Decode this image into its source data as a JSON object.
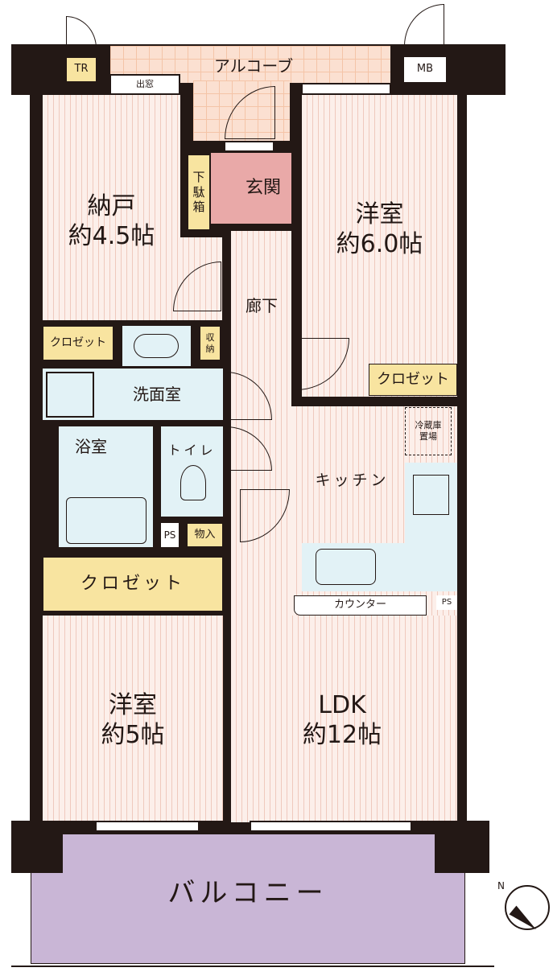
{
  "rooms": {
    "alcove": "アルコーブ",
    "tr": "TR",
    "mb": "MB",
    "bay_window": "出窓",
    "storage_room": "納戸\n約4.5帖",
    "getabako": "下\n駄\n箱",
    "entrance": "玄関",
    "western_room_1": "洋室\n約6.0帖",
    "hallway": "廊下",
    "closet_1": "クロゼット",
    "closet_2": "クロゼット",
    "closet_3": "クロゼット",
    "storage": "収\n納",
    "washroom": "洗面室",
    "bathroom": "浴室",
    "toilet": "トイレ",
    "ps_1": "PS",
    "storage_2": "物入",
    "fridge": "冷蔵庫\n置場",
    "kitchen": "キッチン",
    "counter": "カウンター",
    "ps_2": "PS",
    "western_room_2": "洋室\n約5帖",
    "ldk": "LDK\n約12帖",
    "balcony": "バルコニー"
  },
  "compass": {
    "north": "N"
  }
}
